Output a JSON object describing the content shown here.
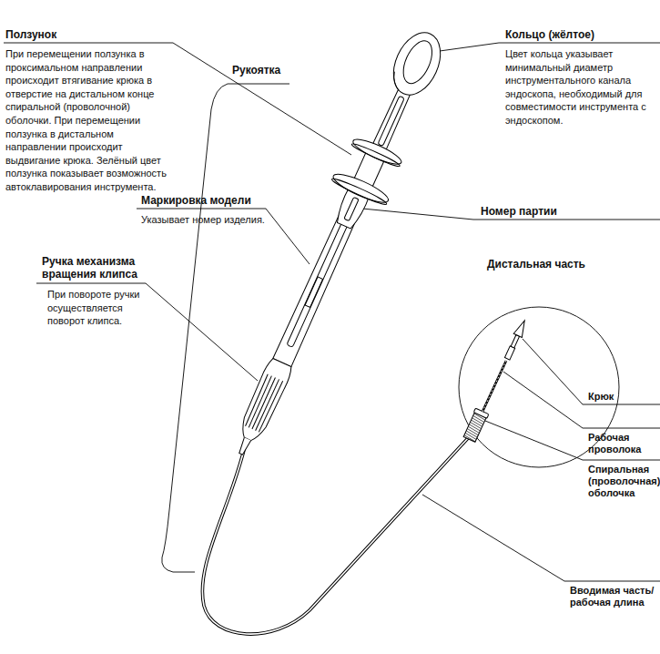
{
  "diagram": {
    "labels": [
      "Ползунок",
      "При перемещении ползунка в проксимальном направлении происходит втягивание крюка в отверстие на дистальном конце спиральной (проволочной) оболочки. При перемещении ползунка в дистальном направлении происходит выдвигание крюка. Зелёный цвет ползунка показывает возможность автоклавирования инструмента.",
      "Рукоятка",
      "Кольцо (жёлтое)",
      "Цвет кольца указывает минимальный диаметр инструментального канала эндоскопа, необходимый для совместимости инструмента с эндоскопом.",
      "Маркировка модели",
      "Указывает номер изделия.",
      "Номер партии",
      "Дистальная часть",
      "Ручка механизма вращения клипса",
      "При повороте ручки осуществляется поворот клипса.",
      "Крюк",
      "Рабочая проволока",
      "Спиральная (проволочная) оболочка",
      "Вводимая часть/ рабочая длина"
    ]
  }
}
